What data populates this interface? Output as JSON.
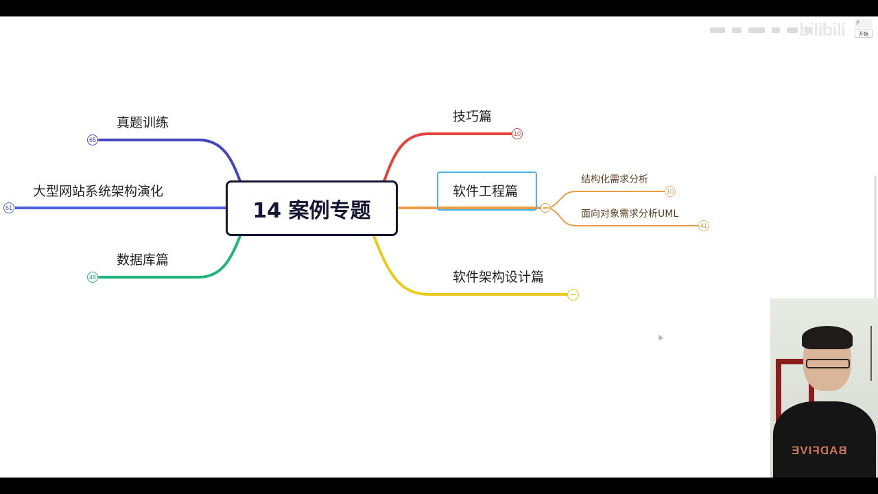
{
  "mindmap": {
    "root": {
      "label": "14 案例专题",
      "border_color": "#141433"
    },
    "branches": [
      {
        "label": "真题训练",
        "count": "65",
        "color": "#4545c0",
        "side": "left"
      },
      {
        "label": "大型网站系统架构演化",
        "count": "61",
        "color": "#4a5fd8",
        "side": "left"
      },
      {
        "label": "数据库篇",
        "count": "48",
        "color": "#1fb57a",
        "side": "left"
      },
      {
        "label": "技巧篇",
        "count": "10",
        "color": "#e5443a",
        "side": "right"
      },
      {
        "label": "软件工程篇",
        "count": "",
        "color": "#ef9a45",
        "side": "right",
        "selected": true,
        "expanded": true,
        "children": [
          {
            "label": "结构化需求分析",
            "count": "10"
          },
          {
            "label": "面向对象需求分析UML",
            "count": "41"
          }
        ]
      },
      {
        "label": "软件架构设计篇",
        "count": "",
        "color": "#eacb1c",
        "side": "right",
        "expanded": false
      }
    ],
    "selection_color": "#4cb3e6"
  },
  "overlay": {
    "p_label": "P",
    "start_button": "开始",
    "watermark": "bilibili"
  },
  "webcam": {
    "shirt_text": "BADFIVE"
  }
}
